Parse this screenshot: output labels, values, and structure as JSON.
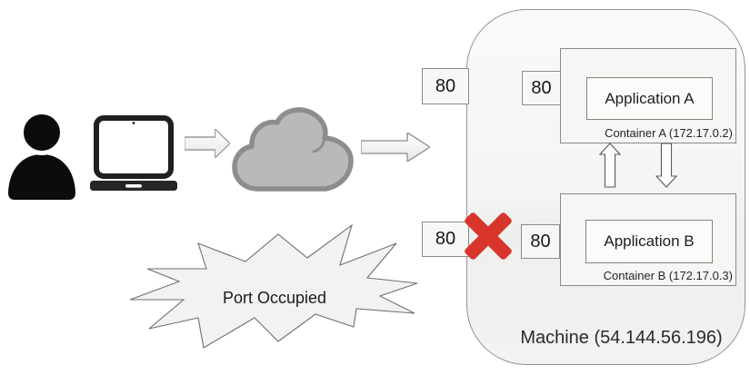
{
  "diagram": {
    "machine": {
      "label": "Machine (54.144.56.196)",
      "host_port_a": "80",
      "host_port_b": "80",
      "container_a": {
        "app_label": "Application A",
        "caption": "Container A (172.17.0.2)",
        "port": "80"
      },
      "container_b": {
        "app_label": "Application B",
        "caption": "Container B (172.17.0.3)",
        "port": "80"
      }
    },
    "burst_label": "Port Occupied"
  },
  "icons": {
    "user": "user-icon",
    "laptop": "laptop-icon",
    "cloud": "cloud-icon",
    "flow_arrow": "arrow-right-icon",
    "inter_container_up": "arrow-up-icon",
    "inter_container_down": "arrow-down-icon",
    "conflict": "error-cross-icon"
  },
  "colors": {
    "error_red": "#d8352c",
    "cloud_fill": "#b9b9b7",
    "cloud_outline": "#8d8d8b",
    "box_outline": "#8a8a88"
  }
}
